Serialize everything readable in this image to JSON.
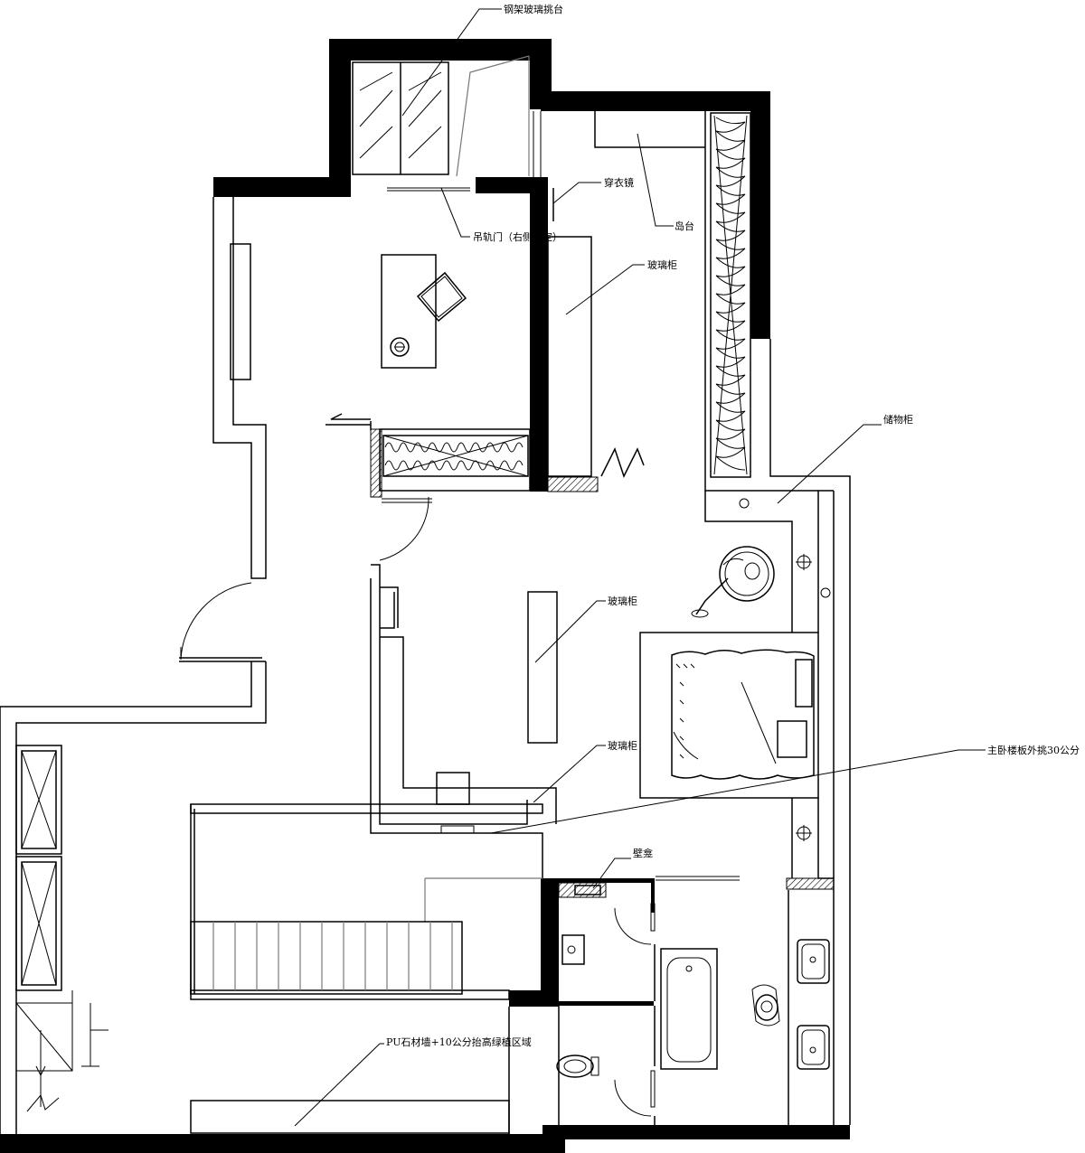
{
  "labels": {
    "steel_glass_balcony": "钢架玻璃挑台",
    "dressing_mirror": "穿衣镜",
    "island": "岛台",
    "sliding_door": "吊轨门（右侧固定）",
    "glass_cabinet_top": "玻璃柜",
    "storage_cabinet": "储物柜",
    "glass_cabinet_mid": "玻璃柜",
    "glass_cabinet_low": "玻璃柜",
    "bedroom_overhang": "主卧楼板外挑30公分",
    "niche": "壁龛",
    "planter": "PU石材墙+10公分抬高绿植区域"
  },
  "colors": {
    "wall": "#000000",
    "line": "#000000",
    "hatch": "#000000",
    "background": "#ffffff"
  },
  "icons": [
    "door-swing-icon",
    "chair-icon",
    "bed-icon",
    "bathtub-icon",
    "toilet-icon",
    "basin-icon",
    "light-icon"
  ]
}
